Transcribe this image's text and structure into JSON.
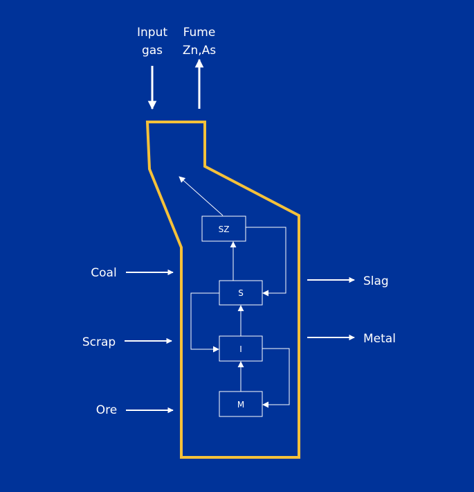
{
  "colors": {
    "background": "#003399",
    "furnace_outline": "#f5c13a",
    "arrows": "#ffffff",
    "text": "#ffffff"
  },
  "inputs_top": {
    "line1": "Input",
    "line2": "gas"
  },
  "outputs_top": {
    "line1": "Fume",
    "line2": "Zn,As"
  },
  "inputs_left": {
    "coal": "Coal",
    "scrap": "Scrap",
    "ore": "Ore"
  },
  "outputs_right": {
    "slag": "Slag",
    "metal": "Metal"
  },
  "zones": {
    "sz": "SZ",
    "s": "S",
    "i": "I",
    "m": "M"
  }
}
